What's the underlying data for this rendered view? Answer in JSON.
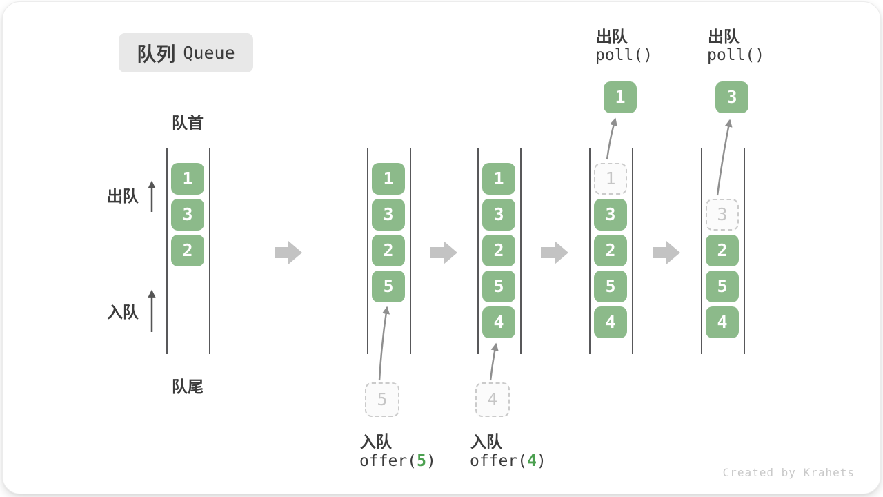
{
  "title": {
    "zh": "队列",
    "en": "Queue"
  },
  "side_labels": {
    "head": "队首",
    "tail": "队尾",
    "dequeue": "出队",
    "enqueue": "入队"
  },
  "page": {
    "credit": "Created by Krahets"
  },
  "colors": {
    "box_green": "#8cba8a",
    "accent_green": "#4ca050",
    "ghost_border": "#cbcbcb",
    "ghost_fill": "#fbfbfb",
    "ghost_text": "#c5c5c5",
    "wall": "#58585a",
    "flow_arrow": "#c3c3c3",
    "curve_arrow": "#8f8f8f",
    "dark_arrow": "#555555",
    "text_dark": "#3c3c3c",
    "title_bg": "#e8e8e8",
    "credit": "#c9c9c9"
  },
  "queues": [
    {
      "id": "state-initial",
      "cells": [
        {
          "slot": 0,
          "value": "1",
          "style": "solid"
        },
        {
          "slot": 1,
          "value": "3",
          "style": "solid"
        },
        {
          "slot": 2,
          "value": "2",
          "style": "solid"
        }
      ]
    },
    {
      "id": "state-after-offer-5",
      "cells": [
        {
          "slot": 0,
          "value": "1",
          "style": "solid"
        },
        {
          "slot": 1,
          "value": "3",
          "style": "solid"
        },
        {
          "slot": 2,
          "value": "2",
          "style": "solid"
        },
        {
          "slot": 3,
          "value": "5",
          "style": "solid"
        }
      ],
      "bottom_op": {
        "label": "入队",
        "code_pre": "offer(",
        "arg": "5",
        "code_post": ")",
        "ghost": "5"
      }
    },
    {
      "id": "state-after-offer-4",
      "cells": [
        {
          "slot": 0,
          "value": "1",
          "style": "solid"
        },
        {
          "slot": 1,
          "value": "3",
          "style": "solid"
        },
        {
          "slot": 2,
          "value": "2",
          "style": "solid"
        },
        {
          "slot": 3,
          "value": "5",
          "style": "solid"
        },
        {
          "slot": 4,
          "value": "4",
          "style": "solid"
        }
      ],
      "bottom_op": {
        "label": "入队",
        "code_pre": "offer(",
        "arg": "4",
        "code_post": ")",
        "ghost": "4"
      }
    },
    {
      "id": "state-after-poll-1",
      "cells": [
        {
          "slot": 0,
          "value": "1",
          "style": "ghost"
        },
        {
          "slot": 1,
          "value": "3",
          "style": "solid"
        },
        {
          "slot": 2,
          "value": "2",
          "style": "solid"
        },
        {
          "slot": 3,
          "value": "5",
          "style": "solid"
        },
        {
          "slot": 4,
          "value": "4",
          "style": "solid"
        }
      ],
      "top_op": {
        "label": "出队",
        "code": "poll()",
        "value": "1"
      }
    },
    {
      "id": "state-after-poll-3",
      "cells": [
        {
          "slot": 1,
          "value": "3",
          "style": "ghost"
        },
        {
          "slot": 2,
          "value": "2",
          "style": "solid"
        },
        {
          "slot": 3,
          "value": "5",
          "style": "solid"
        },
        {
          "slot": 4,
          "value": "4",
          "style": "solid"
        }
      ],
      "top_op": {
        "label": "出队",
        "code": "poll()",
        "value": "3"
      }
    }
  ]
}
